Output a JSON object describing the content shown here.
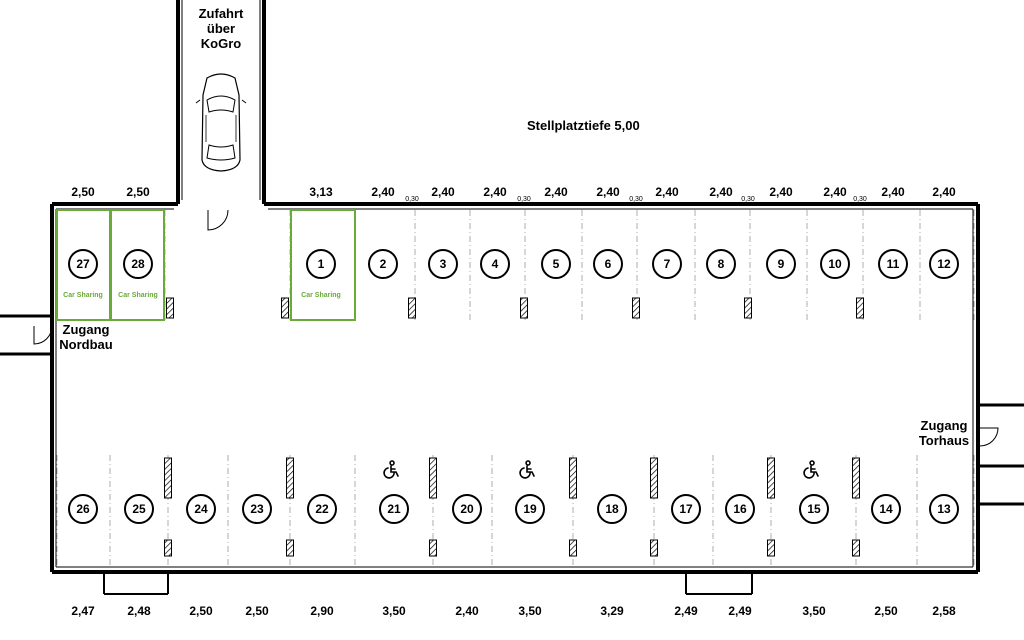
{
  "colors": {
    "wall": "#000000",
    "car_sharing": "#6aaa3a",
    "grid": "#cccccc"
  },
  "access_labels": {
    "zufahrt": "Zufahrt\nüber\nKoGro",
    "nordbau": "Zugang\nNordbau",
    "torhaus": "Zugang\nTorhaus"
  },
  "title": "Stellplatztiefe 5,00",
  "car_sharing_label": "Car Sharing",
  "top_spots": [
    {
      "number": "27",
      "car_sharing": true,
      "width": "2,50"
    },
    {
      "number": "28",
      "car_sharing": true,
      "width": "2,50"
    },
    {
      "number": "1",
      "car_sharing": true,
      "width": "3,13"
    },
    {
      "number": "2",
      "car_sharing": false,
      "width": "2,40"
    },
    {
      "number": "3",
      "car_sharing": false,
      "width": "2,40"
    },
    {
      "number": "4",
      "car_sharing": false,
      "width": "2,40"
    },
    {
      "number": "5",
      "car_sharing": false,
      "width": "2,40"
    },
    {
      "number": "6",
      "car_sharing": false,
      "width": "2,40"
    },
    {
      "number": "7",
      "car_sharing": false,
      "width": "2,40"
    },
    {
      "number": "8",
      "car_sharing": false,
      "width": "2,40"
    },
    {
      "number": "9",
      "car_sharing": false,
      "width": "2,40"
    },
    {
      "number": "10",
      "car_sharing": false,
      "width": "2,40"
    },
    {
      "number": "11",
      "car_sharing": false,
      "width": "2,40"
    },
    {
      "number": "12",
      "car_sharing": false,
      "width": "2,40"
    }
  ],
  "pillar_gap_labels": [
    "0,30",
    "0,30",
    "0,30",
    "0,30",
    "0,30"
  ],
  "bottom_spots": [
    {
      "number": "26",
      "accessible": false,
      "width": "2,47"
    },
    {
      "number": "25",
      "accessible": false,
      "width": "2,48"
    },
    {
      "number": "24",
      "accessible": false,
      "width": "2,50"
    },
    {
      "number": "23",
      "accessible": false,
      "width": "2,50"
    },
    {
      "number": "22",
      "accessible": false,
      "width": "2,90"
    },
    {
      "number": "21",
      "accessible": true,
      "width": "3,50"
    },
    {
      "number": "20",
      "accessible": false,
      "width": "2,40"
    },
    {
      "number": "19",
      "accessible": true,
      "width": "3,50"
    },
    {
      "number": "18",
      "accessible": false,
      "width": "3,29"
    },
    {
      "number": "17",
      "accessible": false,
      "width": "2,49"
    },
    {
      "number": "16",
      "accessible": false,
      "width": "2,49"
    },
    {
      "number": "15",
      "accessible": true,
      "width": "3,50"
    },
    {
      "number": "14",
      "accessible": false,
      "width": "2,50"
    },
    {
      "number": "13",
      "accessible": false,
      "width": "2,58"
    }
  ]
}
